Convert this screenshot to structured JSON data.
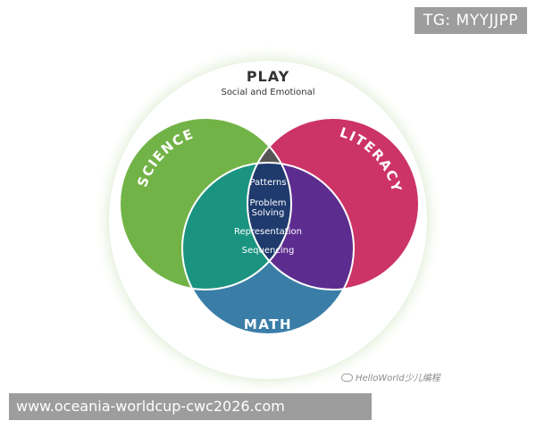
{
  "diagram": {
    "outer_title": "PLAY",
    "outer_subtitle": "Social and Emotional",
    "circles": [
      {
        "label": "SCIENCE",
        "color": "#72b347"
      },
      {
        "label": "LITERACY",
        "color": "#cc3366"
      },
      {
        "label": "MATH",
        "color": "#3a7ea8"
      }
    ],
    "overlap_colors": {
      "science_literacy": "#555555",
      "science_math": "#1a9480",
      "literacy_math": "#5c2d8f",
      "center": "#1f3a6d"
    },
    "center_items": [
      "Patterns",
      "Problem",
      "Solving",
      "Representation",
      "Sequencing"
    ]
  },
  "overlays": {
    "top_banner": "TG: MYYJJPP",
    "bottom_banner": "www.oceania-worldcup-cwc2026.com",
    "watermark": "HelloWorld少儿编程"
  }
}
